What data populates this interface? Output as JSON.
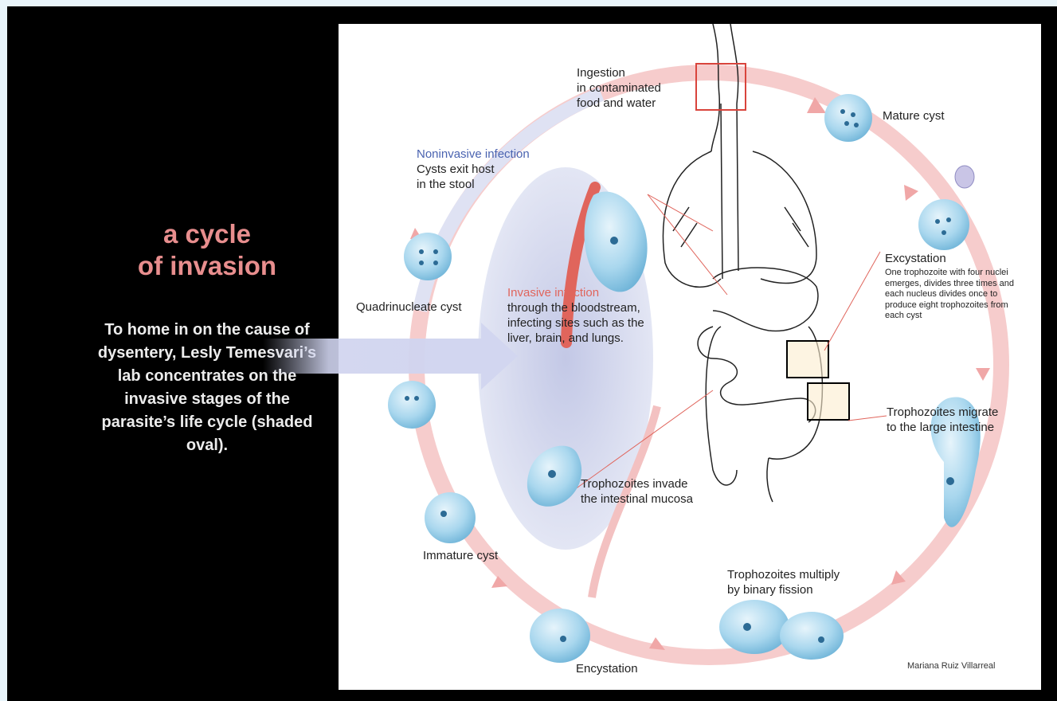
{
  "sidebar": {
    "title_line1": "a cycle",
    "title_line2": "of invasion",
    "body": "To home in on the cause of dysentery, Lesly Temesvari’s lab concentrates on the invasive stages of the parasite’s life cycle (shaded oval)."
  },
  "diagram": {
    "ingestion_1": "Ingestion",
    "ingestion_2": "in contaminated",
    "ingestion_3": "food and water",
    "mature_cyst": "Mature cyst",
    "noninvasive_title": "Noninvasive infection",
    "noninvasive_1": "Cysts exit host",
    "noninvasive_2": "in the stool",
    "excystation_title": "Excystation",
    "excystation_body": "One trophozoite with four nuclei emerges, divides three times and each nucleus divides once to produce eight trophozoites from each cyst",
    "quadrinucleate": "Quadrinucleate cyst",
    "invasive_title": "Invasive infection",
    "invasive_1": "through the bloodstream,",
    "invasive_2": "infecting sites such as the",
    "invasive_3": "liver, brain, and lungs.",
    "migrate_1": "Trophozoites  migrate",
    "migrate_2": "to the large intestine",
    "invade_1": "Trophozoites invade",
    "invade_2": "the intestinal mucosa",
    "immature_cyst": "Immature cyst",
    "multiply_1": "Trophozoites multiply",
    "multiply_2": "by binary fission",
    "encystation": "Encystation",
    "credit": "Mariana Ruiz Villarreal"
  },
  "colors": {
    "cycle_arrow": "#f6cccc",
    "invasive_arrow": "#e0655c",
    "shaded_oval": "#c9cde8",
    "cyst": "#9ccfe8",
    "title_pink": "#e88e8e"
  }
}
